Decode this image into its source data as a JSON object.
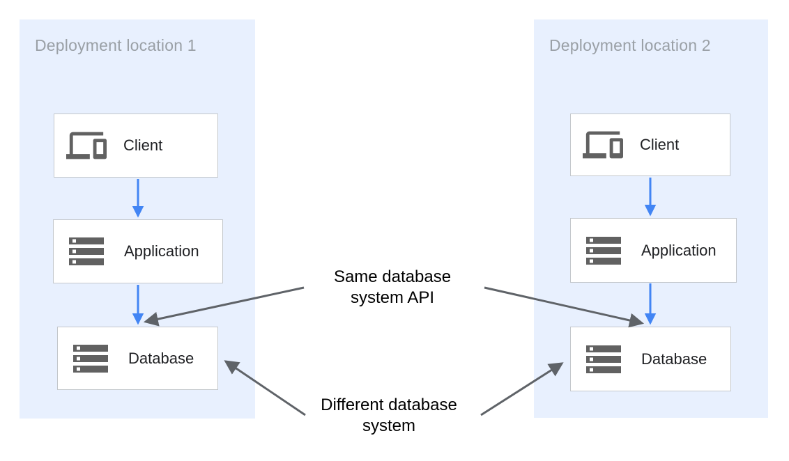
{
  "diagram": {
    "panels": [
      {
        "title": "Deployment location 1",
        "nodes": [
          {
            "label": "Client",
            "icon": "devices-icon"
          },
          {
            "label": "Application",
            "icon": "storage-icon"
          },
          {
            "label": "Database",
            "icon": "storage-icon"
          }
        ]
      },
      {
        "title": "Deployment location 2",
        "nodes": [
          {
            "label": "Client",
            "icon": "devices-icon"
          },
          {
            "label": "Application",
            "icon": "storage-icon"
          },
          {
            "label": "Database",
            "icon": "storage-icon"
          }
        ]
      }
    ],
    "annotations": [
      {
        "line1": "Same database",
        "line2": "system API"
      },
      {
        "line1": "Different database",
        "line2": "system"
      }
    ],
    "colors": {
      "panel_background": "#e8f0fe",
      "panel_title_text": "#9aa0a6",
      "node_border": "#c3c7cb",
      "node_text": "#202124",
      "icon_gray": "#616161",
      "flow_arrow_blue": "#4285f4",
      "annotation_arrow_gray": "#5f6368",
      "annotation_text": "#000000"
    }
  }
}
